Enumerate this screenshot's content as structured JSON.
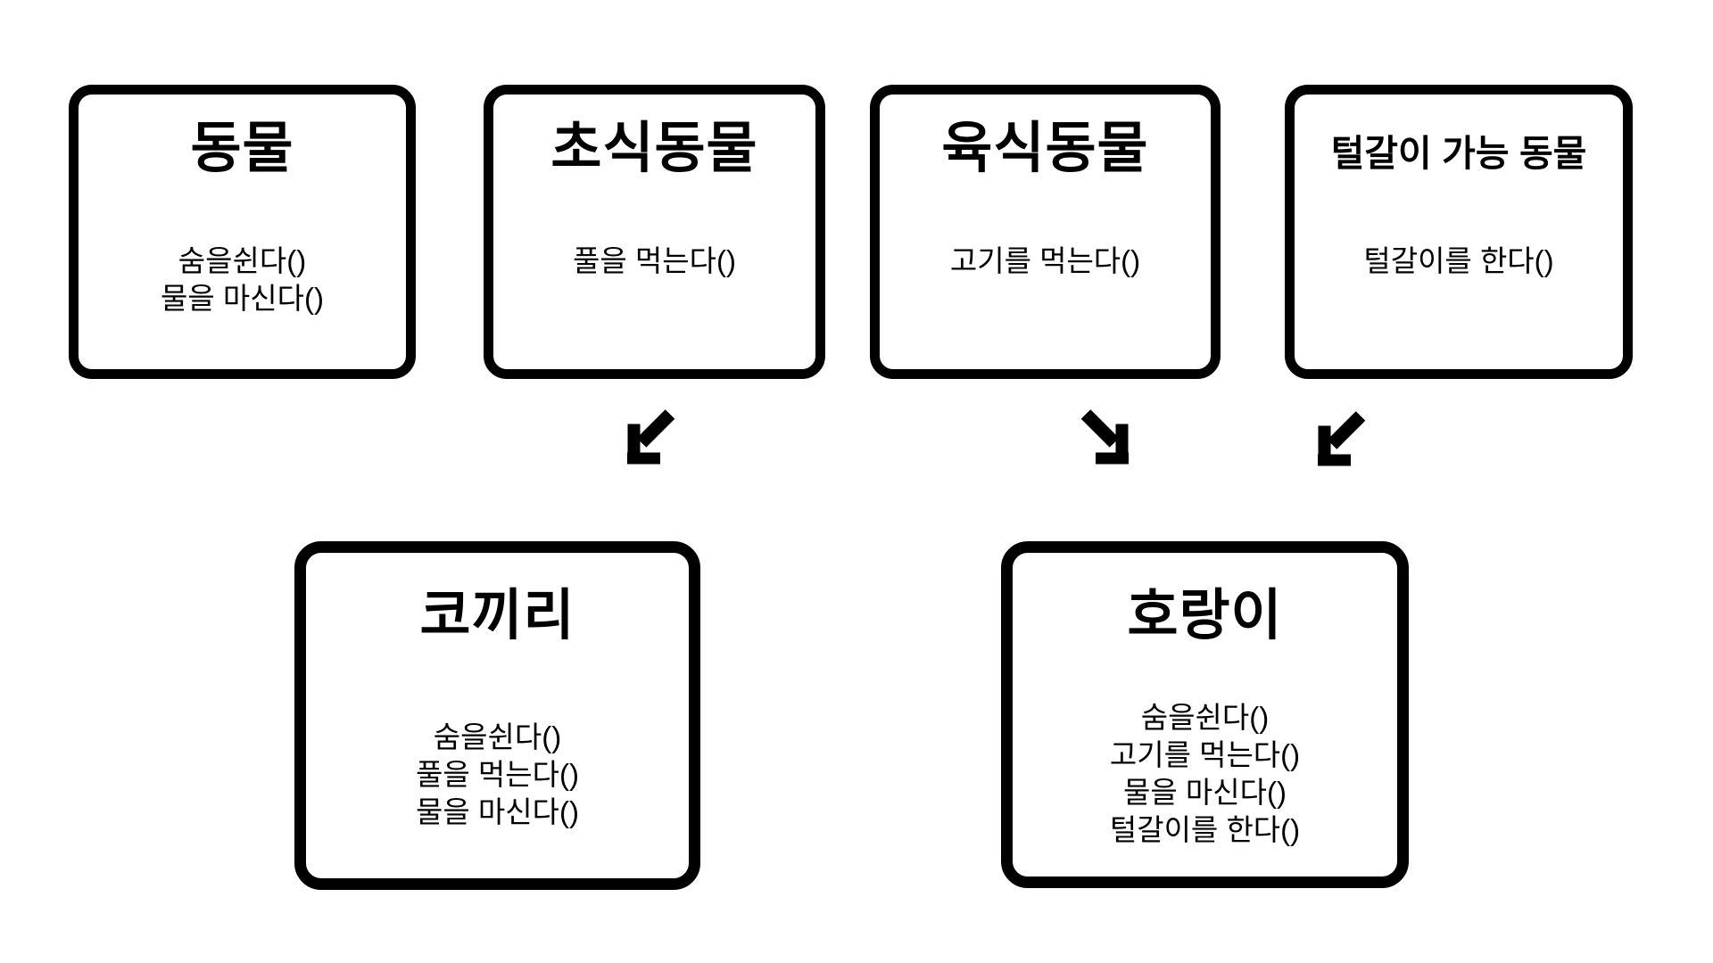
{
  "diagram": {
    "background": "#ffffff",
    "stroke_color": "#000000",
    "boxes": [
      {
        "key": "animal",
        "title": "동물",
        "methods": [
          "숨을쉰다()",
          "물을 마신다()"
        ],
        "body": "숨을쉰다()\n물을 마신다()"
      },
      {
        "key": "herbivore",
        "title": "초식동물",
        "methods": [
          "풀을 먹는다()"
        ],
        "body": "풀을 먹는다()"
      },
      {
        "key": "carnivore",
        "title": "육식동물",
        "methods": [
          "고기를 먹는다()"
        ],
        "body": "고기를 먹는다()"
      },
      {
        "key": "molting-capable-animal",
        "title": "털갈이 가능 동물",
        "methods": [
          "털갈이를 한다()"
        ],
        "body": "털갈이를 한다()"
      },
      {
        "key": "elephant",
        "title": "코끼리",
        "methods": [
          "숨을쉰다()",
          "풀을 먹는다()",
          "물을 마신다()"
        ],
        "body": "숨을쉰다()\n풀을 먹는다()\n물을 마신다()"
      },
      {
        "key": "tiger",
        "title": "호랑이",
        "methods": [
          "숨을쉰다()",
          "고기를 먹는다()",
          "물을 마신다()",
          "털갈이를 한다()"
        ],
        "body": "숨을쉰다()\n고기를 먹는다()\n물을 마신다()\n털갈이를 한다()"
      }
    ],
    "arrows": [
      {
        "from": "초식동물",
        "to": "코끼리",
        "direction": "down-left"
      },
      {
        "from": "육식동물",
        "to": "호랑이",
        "direction": "down-right"
      },
      {
        "from": "털갈이 가능 동물",
        "to": "호랑이",
        "direction": "down-left"
      }
    ]
  }
}
